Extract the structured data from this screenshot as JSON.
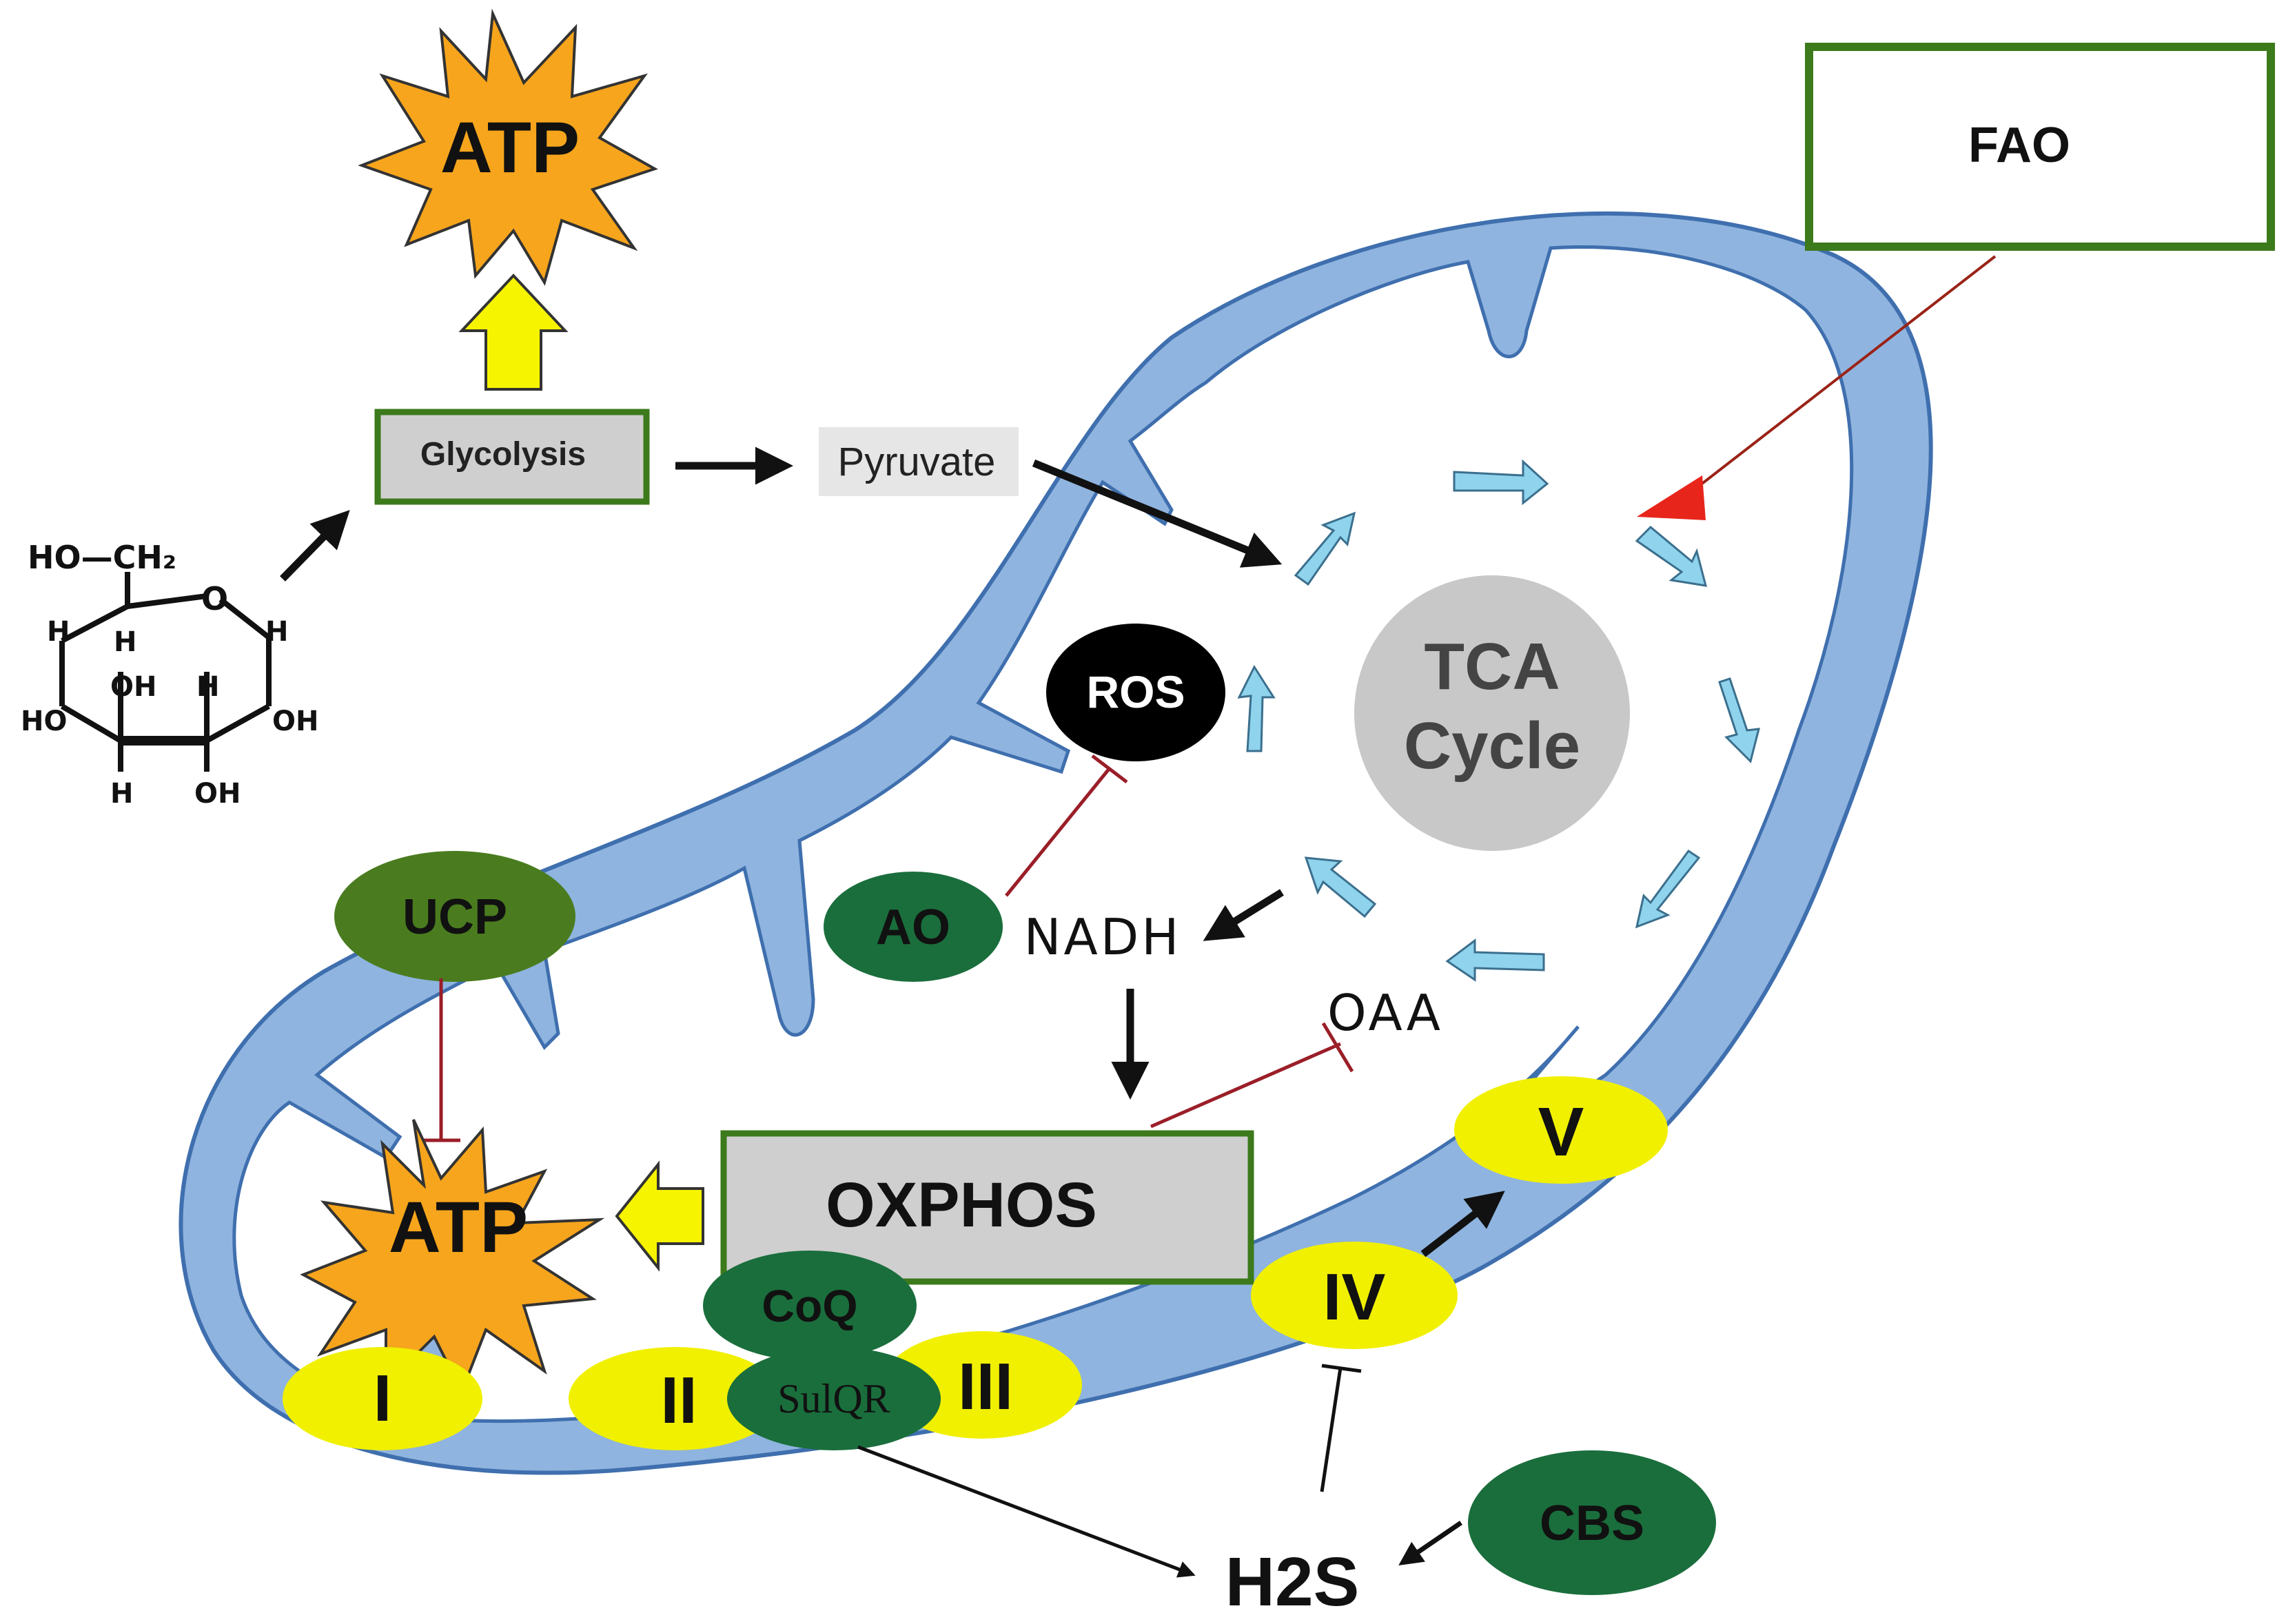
{
  "labels": {
    "atp_top": "ATP",
    "glycolysis": "Glycolysis",
    "pyruvate": "Pyruvate",
    "fao": "FAO",
    "tca_line1": "TCA",
    "tca_line2": "Cycle",
    "ros": "ROS",
    "ao": "AO",
    "nadh": "NADH",
    "oaa": "OAA",
    "ucp": "UCP",
    "oxphos": "OXPHOS",
    "atp_bottom": "ATP",
    "complex_i": "I",
    "complex_ii": "II",
    "complex_iii": "III",
    "complex_iv": "IV",
    "complex_v": "V",
    "coq": "CoQ",
    "sulqr": "SulQR",
    "h2s": "H2S",
    "cbs": "CBS"
  },
  "glucose_structure": {
    "hoch2": "HO—CH₂",
    "ring_o": "O",
    "h": "H",
    "oh": "OH",
    "ho": "HO"
  },
  "colors": {
    "membrane": "#8fb4df",
    "membrane_stroke": "#3f6fae",
    "dark_green": "#1a6e3c",
    "olive_green": "#4a7c1f",
    "box_green": "#3c7a1c",
    "yellow": "#f0f000",
    "atp_orange": "#f7a51c",
    "red_arrow": "#c0281a",
    "inhibit": "#9a1e28",
    "cyan_arrow": "#8fd3ec",
    "tca_gray": "#c8c8c8",
    "box_gray": "#cfcfcf"
  }
}
